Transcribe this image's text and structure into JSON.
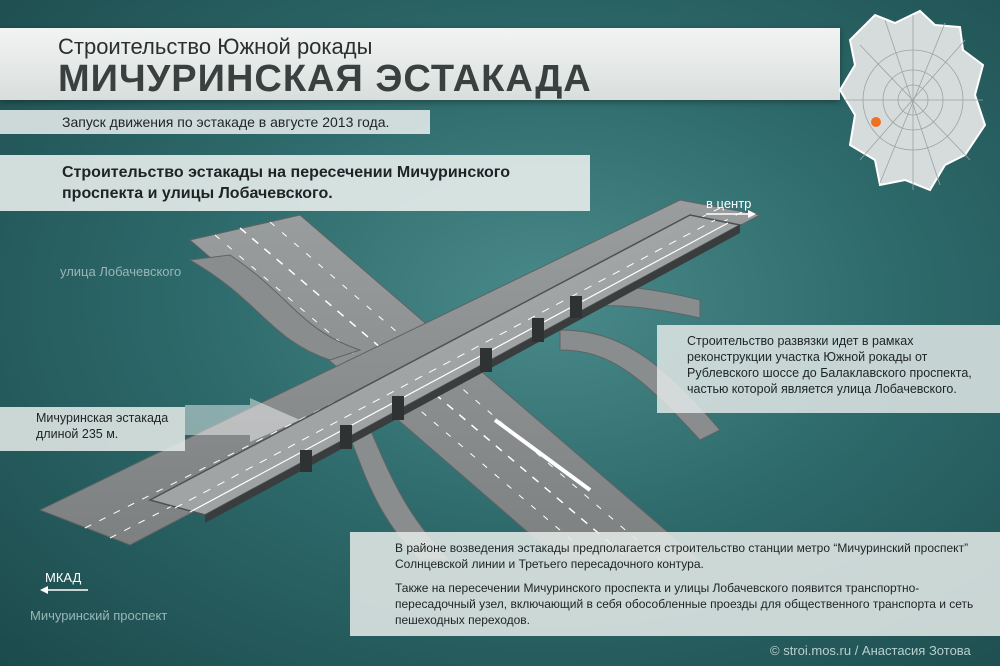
{
  "header": {
    "subtitle": "Строительство Южной рокады",
    "title": "МИЧУРИНСКАЯ ЭСТАКАДА"
  },
  "note": "Запуск движения по эстакаде в августе 2013 года.",
  "heading": "Строительство эстакады на пересечении Мичуринского проспекта и улицы Лобачевского.",
  "labels": {
    "street_lobachevskogo": "улица Лобачевского",
    "prospect_michurinsky": "Мичуринский проспект",
    "to_center": "в центр",
    "mkad": "МКАД"
  },
  "info_right": "Строительство развязки идет в рамках реконструкции участка Южной рокады от Рублевского шоссе до Балаклавского проспекта, частью которой является улица Лобачевского.",
  "info_left": "Мичуринская эстакада длиной 235 м.",
  "bottom": {
    "p1": "В районе возведения эстакады предполагается строительство станции метро “Мичуринский проспект” Солнцевской линии и Третьего пересадочного контура.",
    "p2": "Также на пересечении Мичуринского проспекта и улицы Лобачевского появится транспортно-пересадочный узел, включающий в себя обособленные проезды для общественного транспорта и  сеть пешеходных переходов."
  },
  "credit": "© stroi.mos.ru / Анастасия Зотова",
  "colors": {
    "background": "#2e6a6b",
    "road": "#8a8d8e",
    "overpass": "#a5a8a9",
    "marker": "#f07020"
  },
  "icons": {
    "map": "moscow-map-icon",
    "marker": "location-marker-icon",
    "arrow_center": "arrow-right-icon",
    "arrow_mkad": "arrow-left-icon"
  }
}
